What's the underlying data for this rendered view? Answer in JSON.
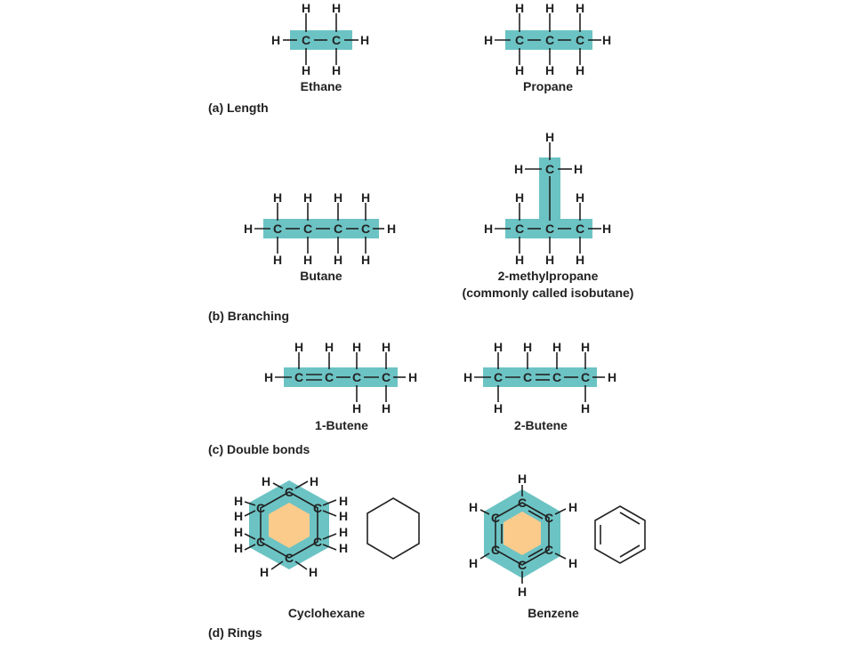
{
  "colors": {
    "highlight": "#6cc3c4",
    "ring_fill": "#fbcb8c",
    "ink": "#222222",
    "background": "#ffffff"
  },
  "atoms": {
    "carbon": "C",
    "hydrogen": "H"
  },
  "sections": {
    "length": "(a) Length",
    "branching": "(b) Branching",
    "double_bonds": "(c) Double bonds",
    "rings": "(d) Rings"
  },
  "molecules": {
    "ethane": "Ethane",
    "propane": "Propane",
    "butane": "Butane",
    "isobutane_line1": "2-methylpropane",
    "isobutane_line2": "(commonly called isobutane)",
    "butene1": "1-Butene",
    "butene2": "2-Butene",
    "cyclohexane": "Cyclohexane",
    "benzene": "Benzene"
  }
}
